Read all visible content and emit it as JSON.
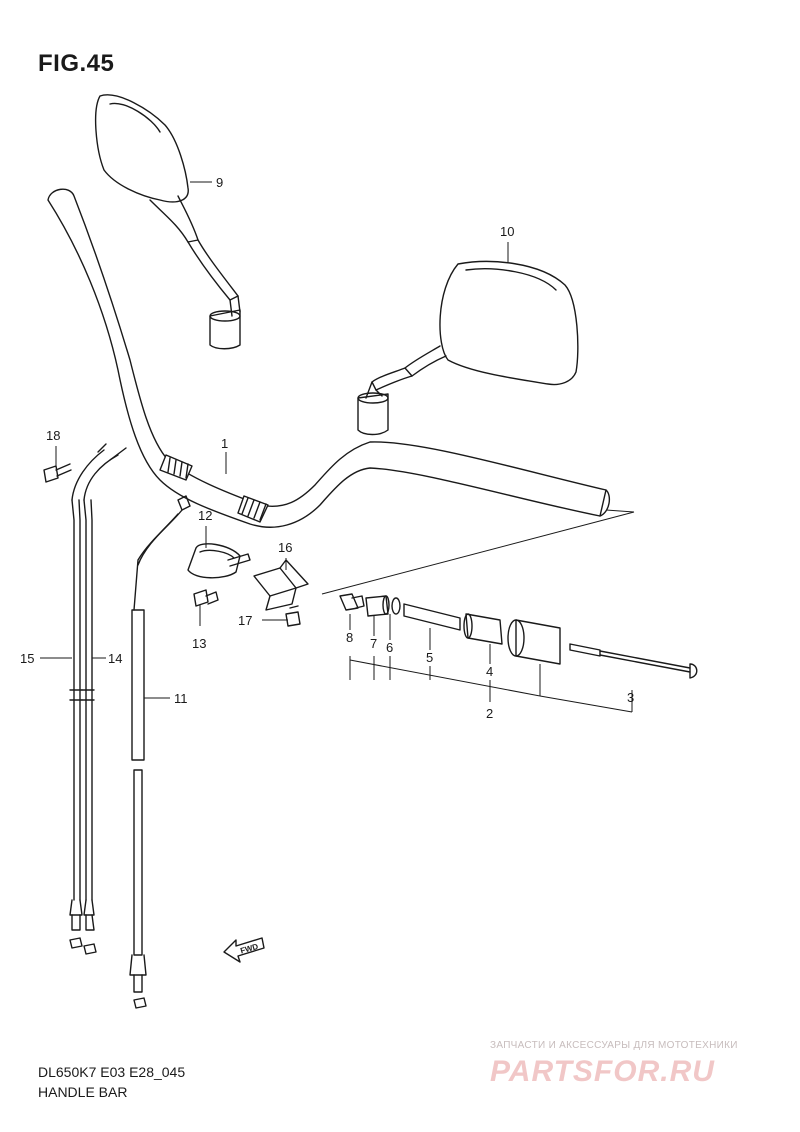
{
  "figure": {
    "title": "FIG.45"
  },
  "callouts": {
    "p1": "1",
    "p2": "2",
    "p3": "3",
    "p4": "4",
    "p5": "5",
    "p6": "6",
    "p7": "7",
    "p8": "8",
    "p9": "9",
    "p10": "10",
    "p11": "11",
    "p12": "12",
    "p13": "13",
    "p14": "14",
    "p15": "15",
    "p16": "16",
    "p17": "17",
    "p18": "18"
  },
  "fwd_mark": {
    "label": "FWD"
  },
  "footer": {
    "model_code": "DL650K7 E03 E28_045",
    "section_name": "HANDLE BAR"
  },
  "watermark": {
    "tagline": "ЗАПЧАСТИ И АКСЕССУАРЫ ДЛЯ МОТОТЕХНИКИ",
    "logo": "PARTSFOR.RU"
  },
  "colors": {
    "line": "#1a1a1a",
    "watermark": "#e8a6a6"
  }
}
